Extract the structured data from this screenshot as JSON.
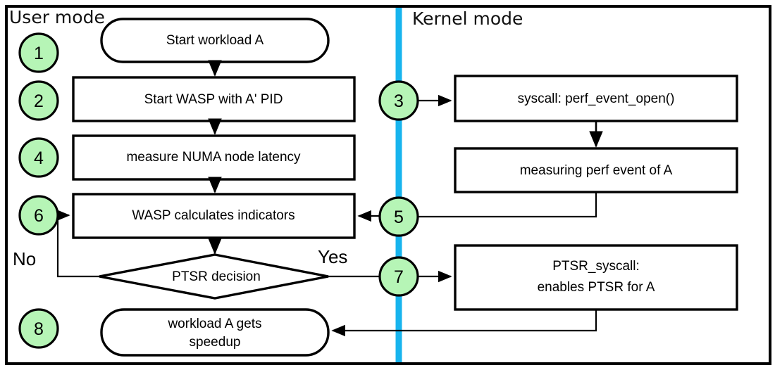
{
  "figure": {
    "title": "WASP / PTSR workflow flowchart",
    "colors": {
      "step_circle_fill": "#b6f5b6",
      "divider": "#17b4ee",
      "stroke": "#000000",
      "node_fill": "#ffffff"
    }
  },
  "lanes": {
    "user_mode": "User mode",
    "kernel_mode": "Kernel mode"
  },
  "steps": [
    {
      "number": "1"
    },
    {
      "number": "2"
    },
    {
      "number": "3"
    },
    {
      "number": "4"
    },
    {
      "number": "5"
    },
    {
      "number": "6"
    },
    {
      "number": "7"
    },
    {
      "number": "8"
    }
  ],
  "nodes": {
    "start_workload": {
      "label": "Start workload A",
      "shape": "stadium",
      "lane": "user"
    },
    "start_wasp": {
      "label": "Start WASP with A' PID",
      "shape": "rect",
      "lane": "user"
    },
    "measure_numa": {
      "label": "measure NUMA node latency",
      "shape": "rect",
      "lane": "user"
    },
    "wasp_calculates": {
      "label": "WASP calculates indicators",
      "shape": "rect",
      "lane": "user"
    },
    "ptsr_decision": {
      "label": "PTSR decision",
      "shape": "diamond",
      "lane": "user"
    },
    "workload_speedup": {
      "label_line1": "workload A gets",
      "label_line2": "speedup",
      "shape": "stadium",
      "lane": "user"
    },
    "syscall_perf_open": {
      "label": "syscall: perf_event_open()",
      "shape": "rect",
      "lane": "kernel"
    },
    "measuring_perf": {
      "label": "measuring perf event of A",
      "shape": "rect",
      "lane": "kernel"
    },
    "ptsr_syscall": {
      "label_line1": "PTSR_syscall:",
      "label_line2": "enables PTSR for A",
      "shape": "rect",
      "lane": "kernel"
    }
  },
  "branches": {
    "no": "No",
    "yes": "Yes"
  }
}
